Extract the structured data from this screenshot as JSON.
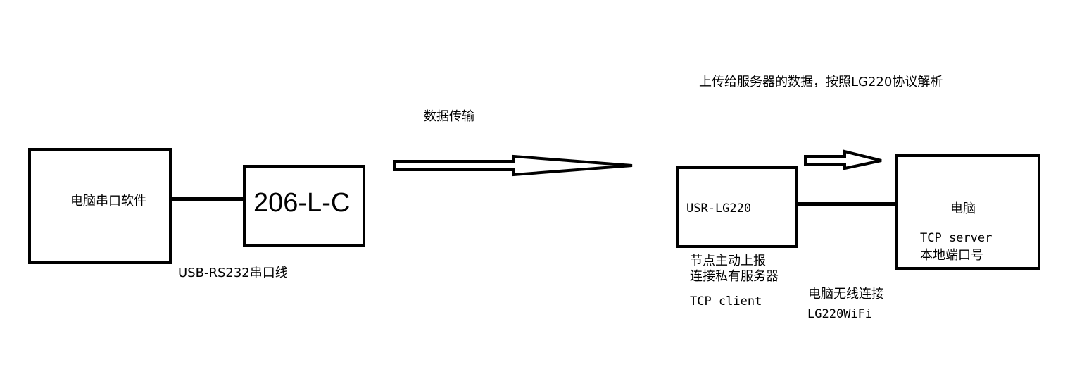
{
  "left": {
    "pc_box_label": "电脑串口软件",
    "device_label": "206-L-C",
    "cable_label": "USB-RS232串口线"
  },
  "middle": {
    "transfer_label": "数据传输"
  },
  "right": {
    "upload_note": "上传给服务器的数据，按照LG220协议解析",
    "gateway_label": "USR-LG220",
    "gateway_note_line1": "节点主动上报",
    "gateway_note_line2": "连接私有服务器",
    "gateway_mode": "TCP client",
    "link_note_line1": "电脑无线连接",
    "link_note_line2": "LG220WiFi",
    "pc_label": "电脑",
    "server_line1": "TCP server",
    "server_line2": "本地端口号"
  }
}
